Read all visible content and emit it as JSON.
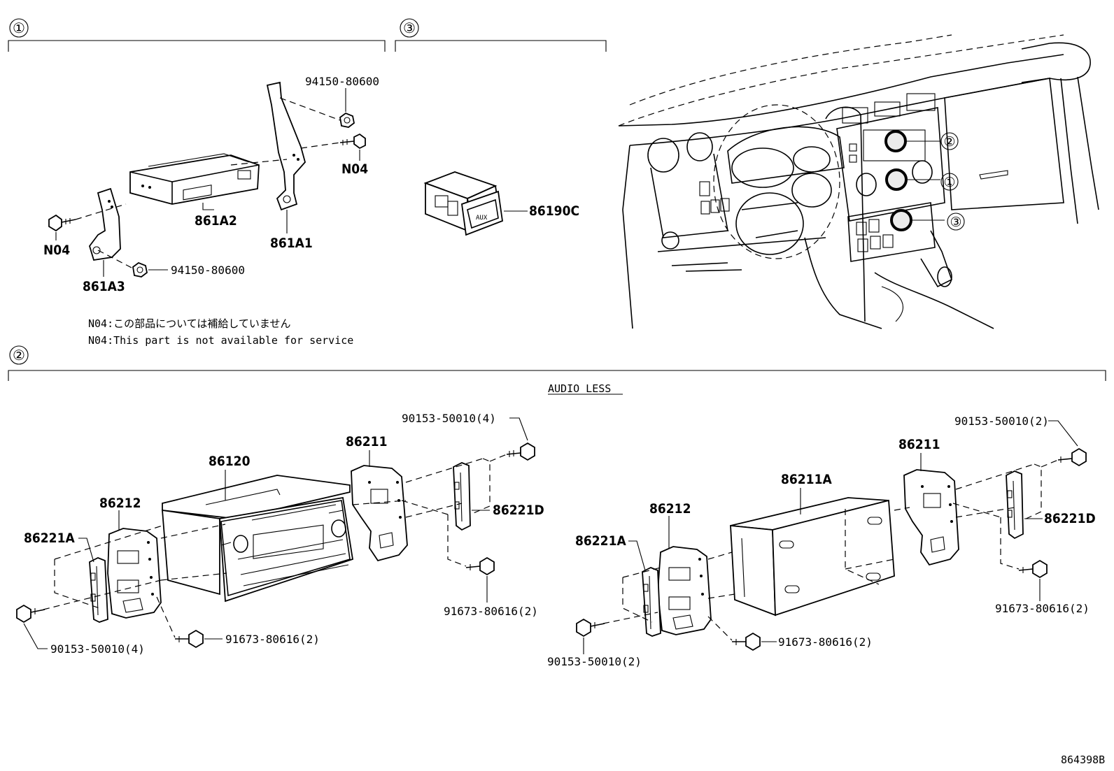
{
  "sections": {
    "s1": {
      "marker": "①"
    },
    "s2": {
      "marker": "②"
    },
    "s3": {
      "marker": "③"
    }
  },
  "group1": {
    "bolt_top": "94150-80600",
    "n04_right": "N04",
    "amp": "861A2",
    "bracket_right": "861A1",
    "n04_left": "N04",
    "bracket_left": "861A3",
    "nut_bottom": "94150-80600",
    "note_jp": "N04:この部品については補給していません",
    "note_en": "N04:This part is not available for service"
  },
  "group3": {
    "switch": "86190C",
    "switch_text": "AUX"
  },
  "dash": {
    "callout_2": "②",
    "callout_1": "①",
    "callout_3": "③"
  },
  "group2_left": {
    "screw_top": "90153-50010(4)",
    "bracket_r": "86211",
    "radio": "86120",
    "bracket_l": "86212",
    "trim_r": "86221D",
    "trim_l": "86221A",
    "screw_r": "91673-80616(2)",
    "screw_b": "91673-80616(2)",
    "screw_bl": "90153-50010(4)"
  },
  "group2_right": {
    "heading": "AUDIO LESS",
    "screw_top": "90153-50010(2)",
    "bracket_r": "86211",
    "box": "86211A",
    "bracket_l": "86212",
    "trim_r": "86221D",
    "trim_l": "86221A",
    "screw_r": "91673-80616(2)",
    "screw_b": "91673-80616(2)",
    "screw_bl": "90153-50010(2)"
  },
  "diagram_id": "864398B"
}
